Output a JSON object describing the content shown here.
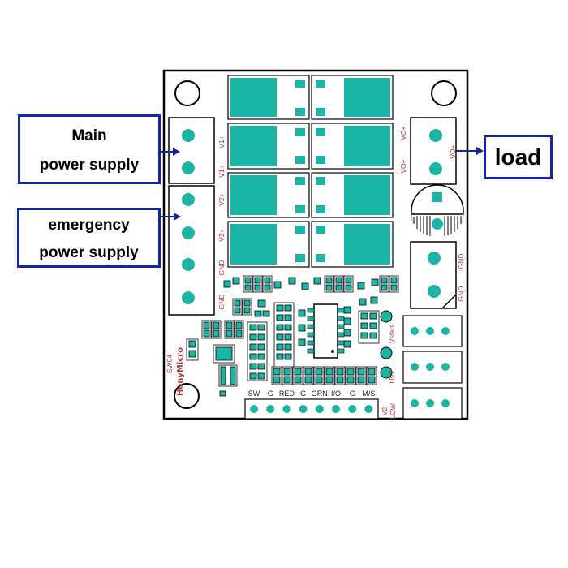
{
  "callouts": {
    "main": {
      "line1": "Main",
      "line2": "power supply"
    },
    "emergency": {
      "line1": "emergency",
      "line2": "power supply"
    },
    "load": {
      "text": "load"
    }
  },
  "board": {
    "brand": "HonyMicro",
    "model": "SW04",
    "labels": {
      "v1_top": "V1+",
      "v1_bottom": "V1+",
      "v2_top": "V2+",
      "v2_bottom": "V2+",
      "gnd_left_top": "GND",
      "gnd_left_bottom": "GND",
      "vo_top": "VO+",
      "vo_bottom": "VO+",
      "vo_right": "VO+",
      "gnd_right_top": "GND",
      "gnd_right_bottom": "GND",
      "vstart": "Vstart",
      "uvp": "UVP",
      "v2_low": "V2",
      "low": "LOW"
    },
    "pin_header": [
      "SW",
      "G",
      "RED",
      "G",
      "GRN",
      "I/O",
      "G",
      "M/S"
    ]
  },
  "colors": {
    "teal": "#1bb5a5",
    "outline": "#000000",
    "arrow": "#1224a8",
    "silkscreen": "#b23a3a"
  }
}
